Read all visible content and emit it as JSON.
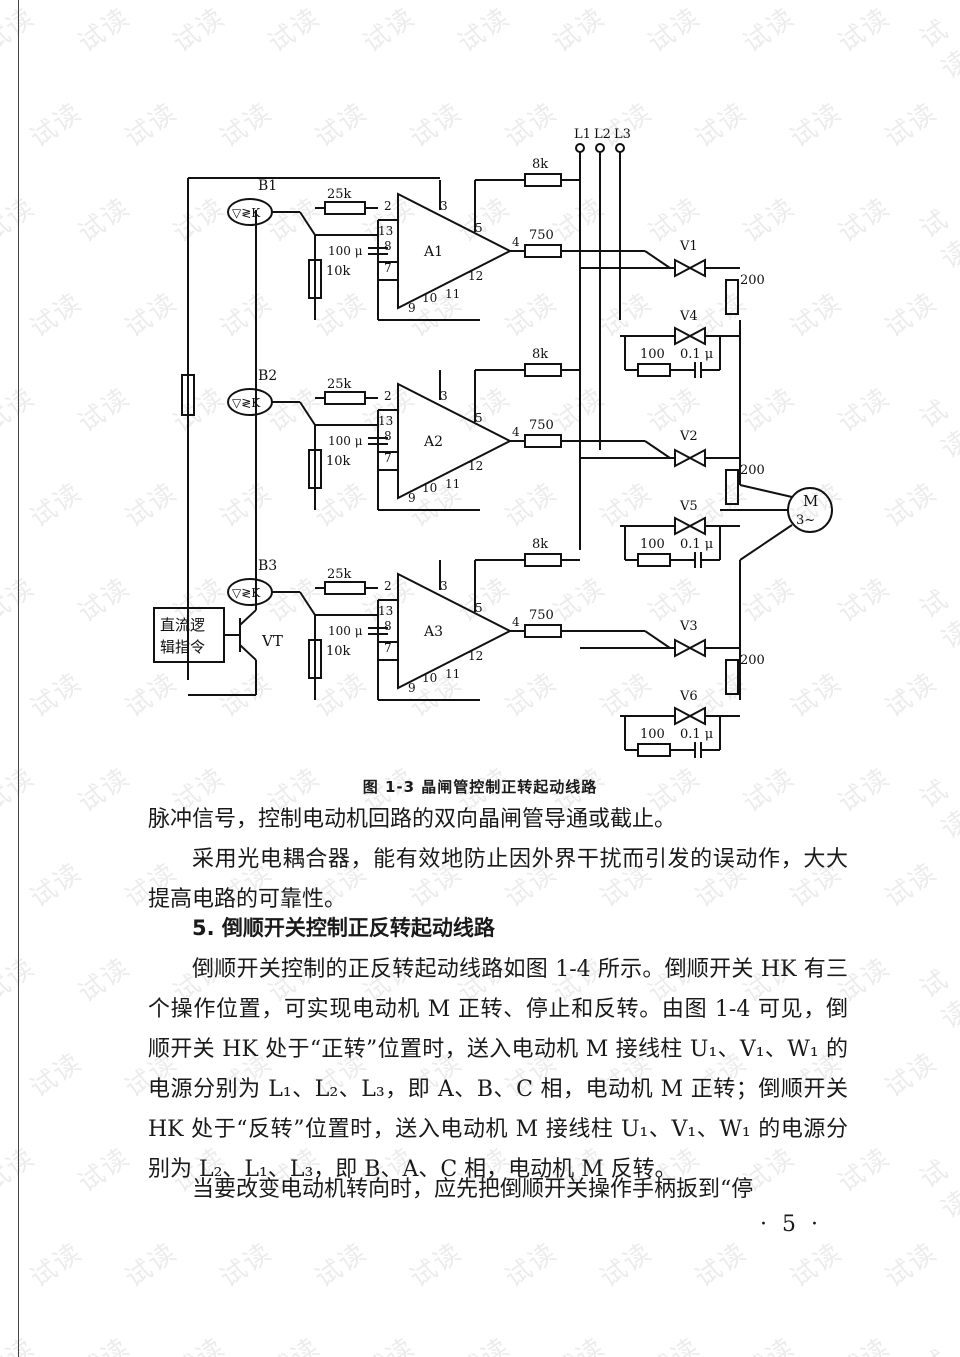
{
  "watermark": "试读",
  "figure": {
    "lines": [
      "L1",
      "L2",
      "L3"
    ],
    "blocks": [
      {
        "coupler": "B1",
        "amp": "A1",
        "thyristors": [
          "V1",
          "V4"
        ]
      },
      {
        "coupler": "B2",
        "amp": "A2",
        "thyristors": [
          "V2",
          "V5"
        ]
      },
      {
        "coupler": "B3",
        "amp": "A3",
        "thyristors": [
          "V3",
          "V6"
        ]
      }
    ],
    "resistors": {
      "r1": "25k",
      "r2": "10k",
      "r3": "8k",
      "r4": "750",
      "r5": "200",
      "r6": "100"
    },
    "capacitors": {
      "c1": "100 μ",
      "c2": "0.1 μ"
    },
    "pins": [
      "2",
      "13",
      "8",
      "7",
      "3",
      "5",
      "4",
      "12",
      "9",
      "10",
      "11"
    ],
    "motor": "M",
    "motor_sub": "3~",
    "logic_box": [
      "直流逻",
      "辑指令"
    ],
    "transistor": "VT"
  },
  "caption": "图 1-3   晶闸管控制正转起动线路",
  "paragraphs": {
    "p1": "脉冲信号，控制电动机回路的双向晶闸管导通或截止。",
    "p2": "采用光电耦合器，能有效地防止因外界干扰而引发的误动作，大大提高电路的可靠性。",
    "heading": "5. 倒顺开关控制正反转起动线路",
    "p3": "倒顺开关控制的正反转起动线路如图 1-4 所示。倒顺开关 HK 有三个操作位置，可实现电动机 M 正转、停止和反转。由图 1-4 可见，倒顺开关 HK 处于“正转”位置时，送入电动机 M 接线柱 U₁、V₁、W₁ 的电源分别为 L₁、L₂、L₃，即 A、B、C 相，电动机 M 正转；倒顺开关 HK 处于“反转”位置时，送入电动机 M 接线柱 U₁、V₁、W₁ 的电源分别为 L₂、L₁、L₃，即 B、A、C 相，电动机 M 反转。",
    "p4": "当要改变电动机转向时，应先把倒顺开关操作手柄扳到“停"
  },
  "page_number": "· 5 ·"
}
